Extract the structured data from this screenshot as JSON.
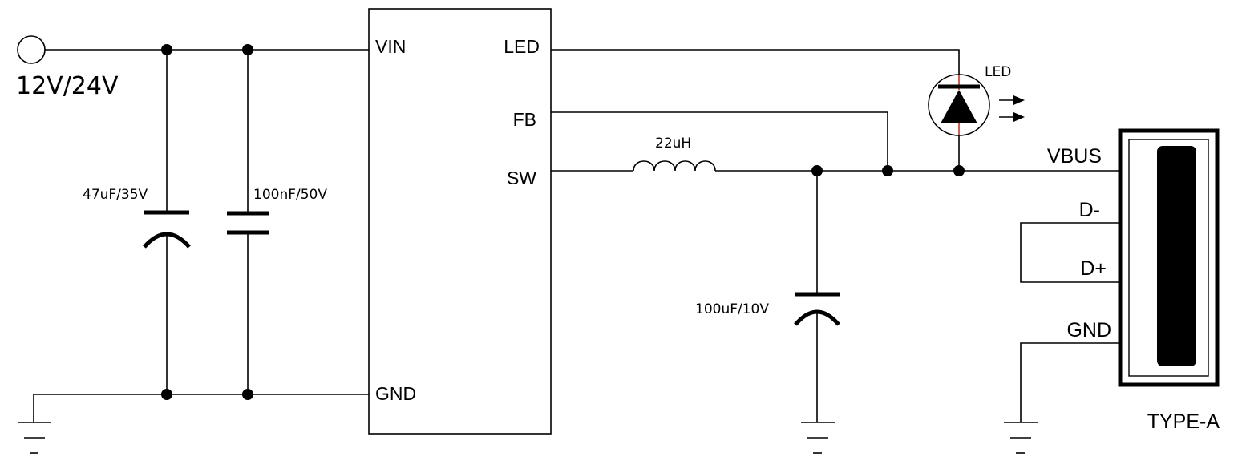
{
  "input": {
    "voltage_label": "12V/24V"
  },
  "ic": {
    "pins": {
      "vin": "VIN",
      "gnd": "GND",
      "led": "LED",
      "fb": "FB",
      "sw": "SW"
    }
  },
  "components": {
    "c_bulk_in": "47uF/35V",
    "c_ceramic_in": "100nF/50V",
    "inductor": "22uH",
    "c_out": "100uF/10V",
    "led": "LED"
  },
  "usb": {
    "pins": {
      "vbus": "VBUS",
      "dminus": "D-",
      "dplus": "D+",
      "gnd": "GND"
    },
    "connector_label": "TYPE-A"
  }
}
